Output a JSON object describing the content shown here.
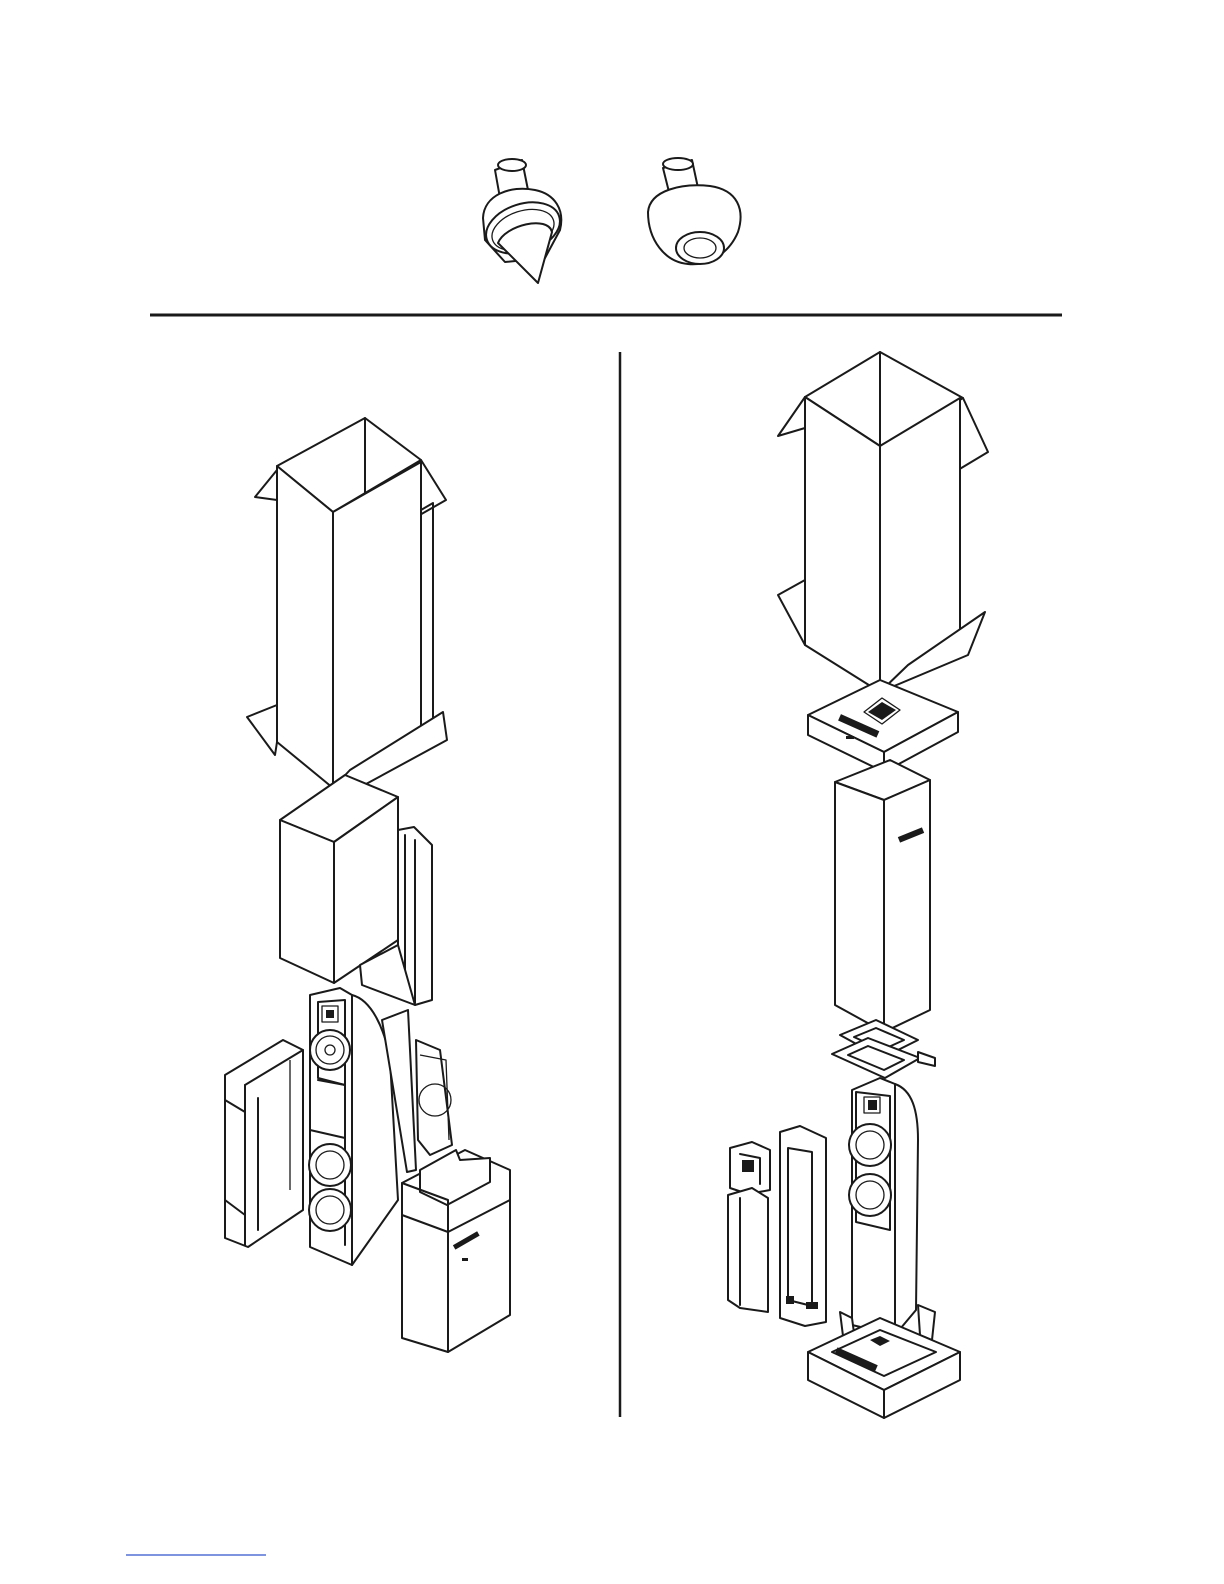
{
  "document": {
    "footer_link_text": "",
    "colors": {
      "ink": "#1a1a1a",
      "footer_link": "#3355cc"
    }
  },
  "figures": {
    "spike_figure": {
      "items": [
        "spike-with-point",
        "spike-with-cap"
      ]
    },
    "left_panel": {
      "parts": [
        "outer-carton",
        "inner-sleeve",
        "foam-insert",
        "speaker",
        "side-foam-pieces",
        "grille",
        "base-foam"
      ]
    },
    "right_panel": {
      "parts": [
        "outer-carton",
        "top-foam-cap",
        "inner-sleeve",
        "bottom-foam-frame",
        "speaker-with-feet",
        "grille-pieces",
        "base-foam"
      ]
    }
  }
}
